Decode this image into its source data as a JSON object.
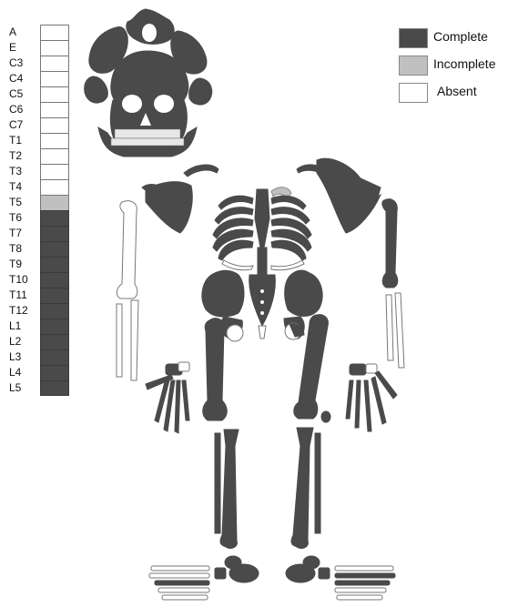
{
  "colors": {
    "complete": "#4a4a4a",
    "incomplete": "#c0c0c0",
    "absent": "#ffffff",
    "outline": "#777777"
  },
  "legend": [
    {
      "label": "Complete",
      "status": "complete"
    },
    {
      "label": "Incomplete",
      "status": "incomplete"
    },
    {
      "label": "Absent",
      "status": "absent"
    }
  ],
  "vertebrae": [
    {
      "label": "A",
      "status": "absent"
    },
    {
      "label": "E",
      "status": "absent"
    },
    {
      "label": "C3",
      "status": "absent"
    },
    {
      "label": "C4",
      "status": "absent"
    },
    {
      "label": "C5",
      "status": "absent"
    },
    {
      "label": "C6",
      "status": "absent"
    },
    {
      "label": "C7",
      "status": "absent"
    },
    {
      "label": "T1",
      "status": "absent"
    },
    {
      "label": "T2",
      "status": "absent"
    },
    {
      "label": "T3",
      "status": "absent"
    },
    {
      "label": "T4",
      "status": "absent"
    },
    {
      "label": "T5",
      "status": "incomplete"
    },
    {
      "label": "T6",
      "status": "complete"
    },
    {
      "label": "T7",
      "status": "complete"
    },
    {
      "label": "T8",
      "status": "complete"
    },
    {
      "label": "T9",
      "status": "complete"
    },
    {
      "label": "T10",
      "status": "complete"
    },
    {
      "label": "T11",
      "status": "complete"
    },
    {
      "label": "T12",
      "status": "complete"
    },
    {
      "label": "L1",
      "status": "complete"
    },
    {
      "label": "L2",
      "status": "complete"
    },
    {
      "label": "L3",
      "status": "complete"
    },
    {
      "label": "L4",
      "status": "complete"
    },
    {
      "label": "L5",
      "status": "complete"
    }
  ]
}
